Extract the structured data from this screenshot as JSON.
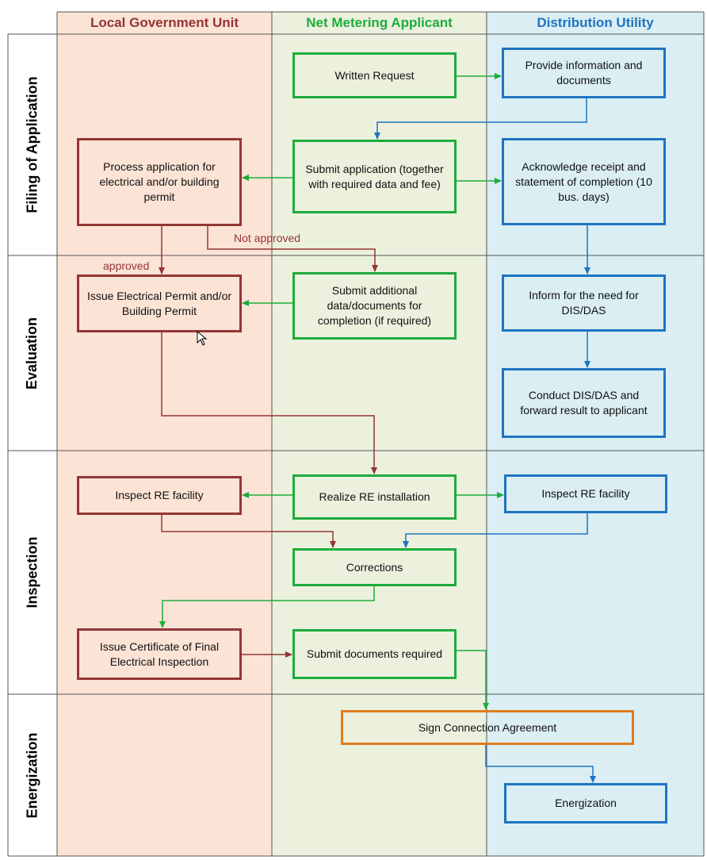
{
  "lanes": [
    {
      "label": "Local Government Unit",
      "color": "#943634",
      "bg": "#fbe3d6"
    },
    {
      "label": "Net Metering Applicant",
      "color": "#1eac3c",
      "bg": "#ebf1dd"
    },
    {
      "label": "Distribution Utility",
      "color": "#1f74c2",
      "bg": "#daeef3"
    }
  ],
  "phases": [
    "Filing of Application",
    "Evaluation",
    "Inspection",
    "Energization"
  ],
  "boxes": {
    "written_request": "Written Request",
    "provide_info": "Provide information and documents",
    "process_application": "Process application for electrical and/or building permit",
    "submit_application": "Submit application (together with required data and fee)",
    "acknowledge_receipt": "Acknowledge receipt and statement of completion (10 bus. days)",
    "issue_permit": "Issue Electrical Permit and/or Building Permit",
    "submit_additional": "Submit additional data/documents for completion (if required)",
    "inform_dis_das": "Inform for the need for DIS/DAS",
    "conduct_dis_das": "Conduct DIS/DAS and forward result to applicant",
    "inspect_re_lgu": "Inspect RE facility",
    "realize_re": "Realize RE installation",
    "inspect_re_du": "Inspect RE facility",
    "corrections": "Corrections",
    "issue_certificate": "Issue Certificate of Final Electrical Inspection",
    "submit_documents": "Submit documents required",
    "sign_agreement": "Sign Connection Agreement",
    "energization": "Energization"
  },
  "labels": {
    "not_approved": "Not approved",
    "approved": "approved"
  },
  "colors": {
    "lgu_line": "#943634",
    "applicant_line": "#1eac3c",
    "utility_line": "#1f74c2",
    "agreement_border": "#e07c1f",
    "grid": "#555555"
  }
}
